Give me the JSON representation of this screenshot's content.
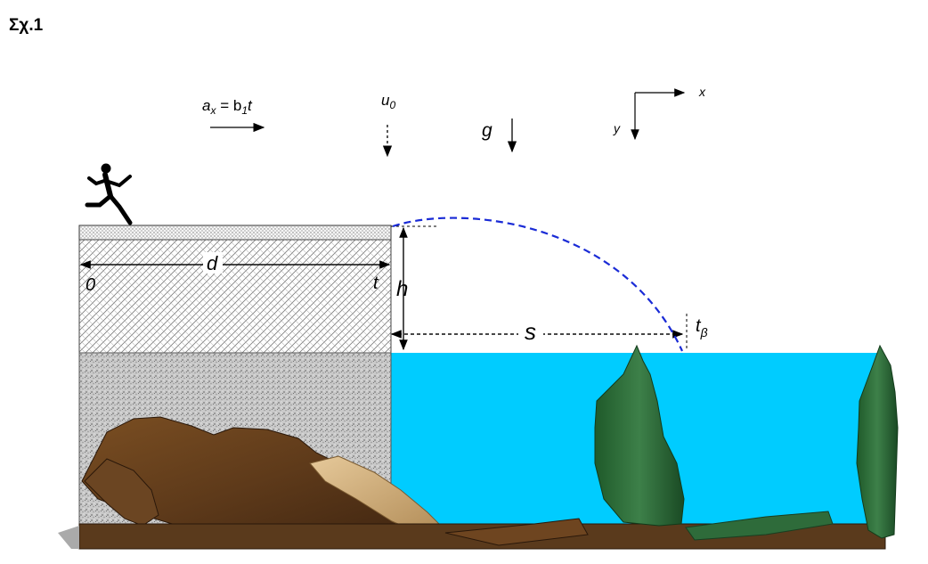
{
  "figure": {
    "title": "Σχ.1"
  },
  "labels": {
    "acceleration": {
      "a": "a",
      "sub_x": "x",
      "eq": " = b",
      "sub_1": "1",
      "t": "t"
    },
    "initial_velocity": {
      "u": "u",
      "sub_0": "0"
    },
    "gravity": "g",
    "axis_x": "x",
    "axis_y": "y",
    "distance_d": "d",
    "start_0": "0",
    "time_t": "t",
    "height_h": "h",
    "range_s": "s",
    "landing_time": {
      "t": "t",
      "sub": "β"
    }
  },
  "colors": {
    "water": "#00ccff",
    "trajectory": "#1a2bd6",
    "ground": "#5a3a1c",
    "plants": "#2e6b3a"
  }
}
